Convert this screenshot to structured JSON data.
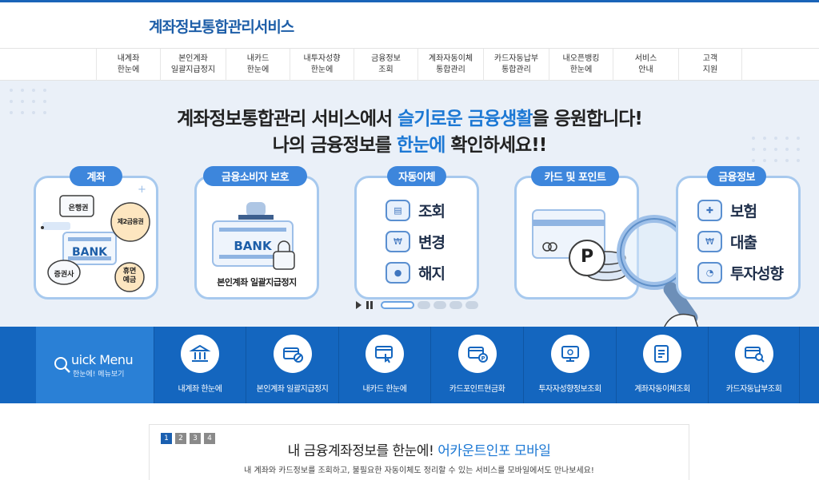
{
  "header": {
    "logo": "계좌정보통합관리서비스"
  },
  "nav": [
    {
      "label": "내계좌\n한눈에"
    },
    {
      "label": "본인계좌\n일괄지급정지"
    },
    {
      "label": "내카드\n한눈에"
    },
    {
      "label": "내투자성향\n한눈에"
    },
    {
      "label": "금융정보\n조회"
    },
    {
      "label": "계좌자동이체\n통합관리"
    },
    {
      "label": "카드자동납부\n통합관리"
    },
    {
      "label": "내오픈뱅킹\n한눈에"
    },
    {
      "label": "서비스\n안내"
    },
    {
      "label": "고객\n지원"
    }
  ],
  "hero": {
    "line1_pre": "계좌정보통합관리 서비스에서 ",
    "line1_hl": "슬기로운 금융생활",
    "line1_post": "을 응원합니다!",
    "line2_pre": "나의 금융정보를 ",
    "line2_hl": "한눈에",
    "line2_post": " 확인하세요!!"
  },
  "cards": {
    "account": {
      "tag": "계좌",
      "bubbles": {
        "bank": "은행권",
        "second": "제2금융권",
        "securities": "증권사",
        "dormant": "휴면\n예금"
      },
      "bank_label": "BANK"
    },
    "protect": {
      "tag": "금융소비자 보호",
      "bank_label": "BANK",
      "caption": "본인계좌 일괄지급정지"
    },
    "autopay": {
      "tag": "자동이체",
      "items": [
        "조회",
        "변경",
        "해지"
      ]
    },
    "card_point": {
      "tag": "카드 및 포인트",
      "point_symbol": "P"
    },
    "fininfo": {
      "tag": "금융정보",
      "items": [
        "보험",
        "대출",
        "투자성향"
      ]
    }
  },
  "quick_menu": {
    "title": "uick Menu",
    "title_q": "Q",
    "subtitle": "한눈에! 메뉴보기",
    "items": [
      {
        "label": "내계좌 한눈에"
      },
      {
        "label": "본인계좌 일괄지급정지"
      },
      {
        "label": "내카드 한눈에"
      },
      {
        "label": "카드포인트현금화"
      },
      {
        "label": "투자자성향정보조회"
      },
      {
        "label": "계좌자동이체조회"
      },
      {
        "label": "카드자동납부조회"
      }
    ]
  },
  "notice": {
    "pages": [
      "1",
      "2",
      "3",
      "4"
    ],
    "active_page": "1",
    "title_pre": "내 금융계좌정보를 한눈에! ",
    "title_hl": "어카운트인포 모바일",
    "desc": "내 계좌와 카드정보를 조회하고, 불필요한 자동이체도 정리할 수 있는 서비스를 모바일에서도 만나보세요!"
  },
  "colors": {
    "brand": "#1a64b8",
    "accent": "#1c78d4",
    "quick_bg": "#1466bf",
    "card_border": "#a7c9ee"
  }
}
